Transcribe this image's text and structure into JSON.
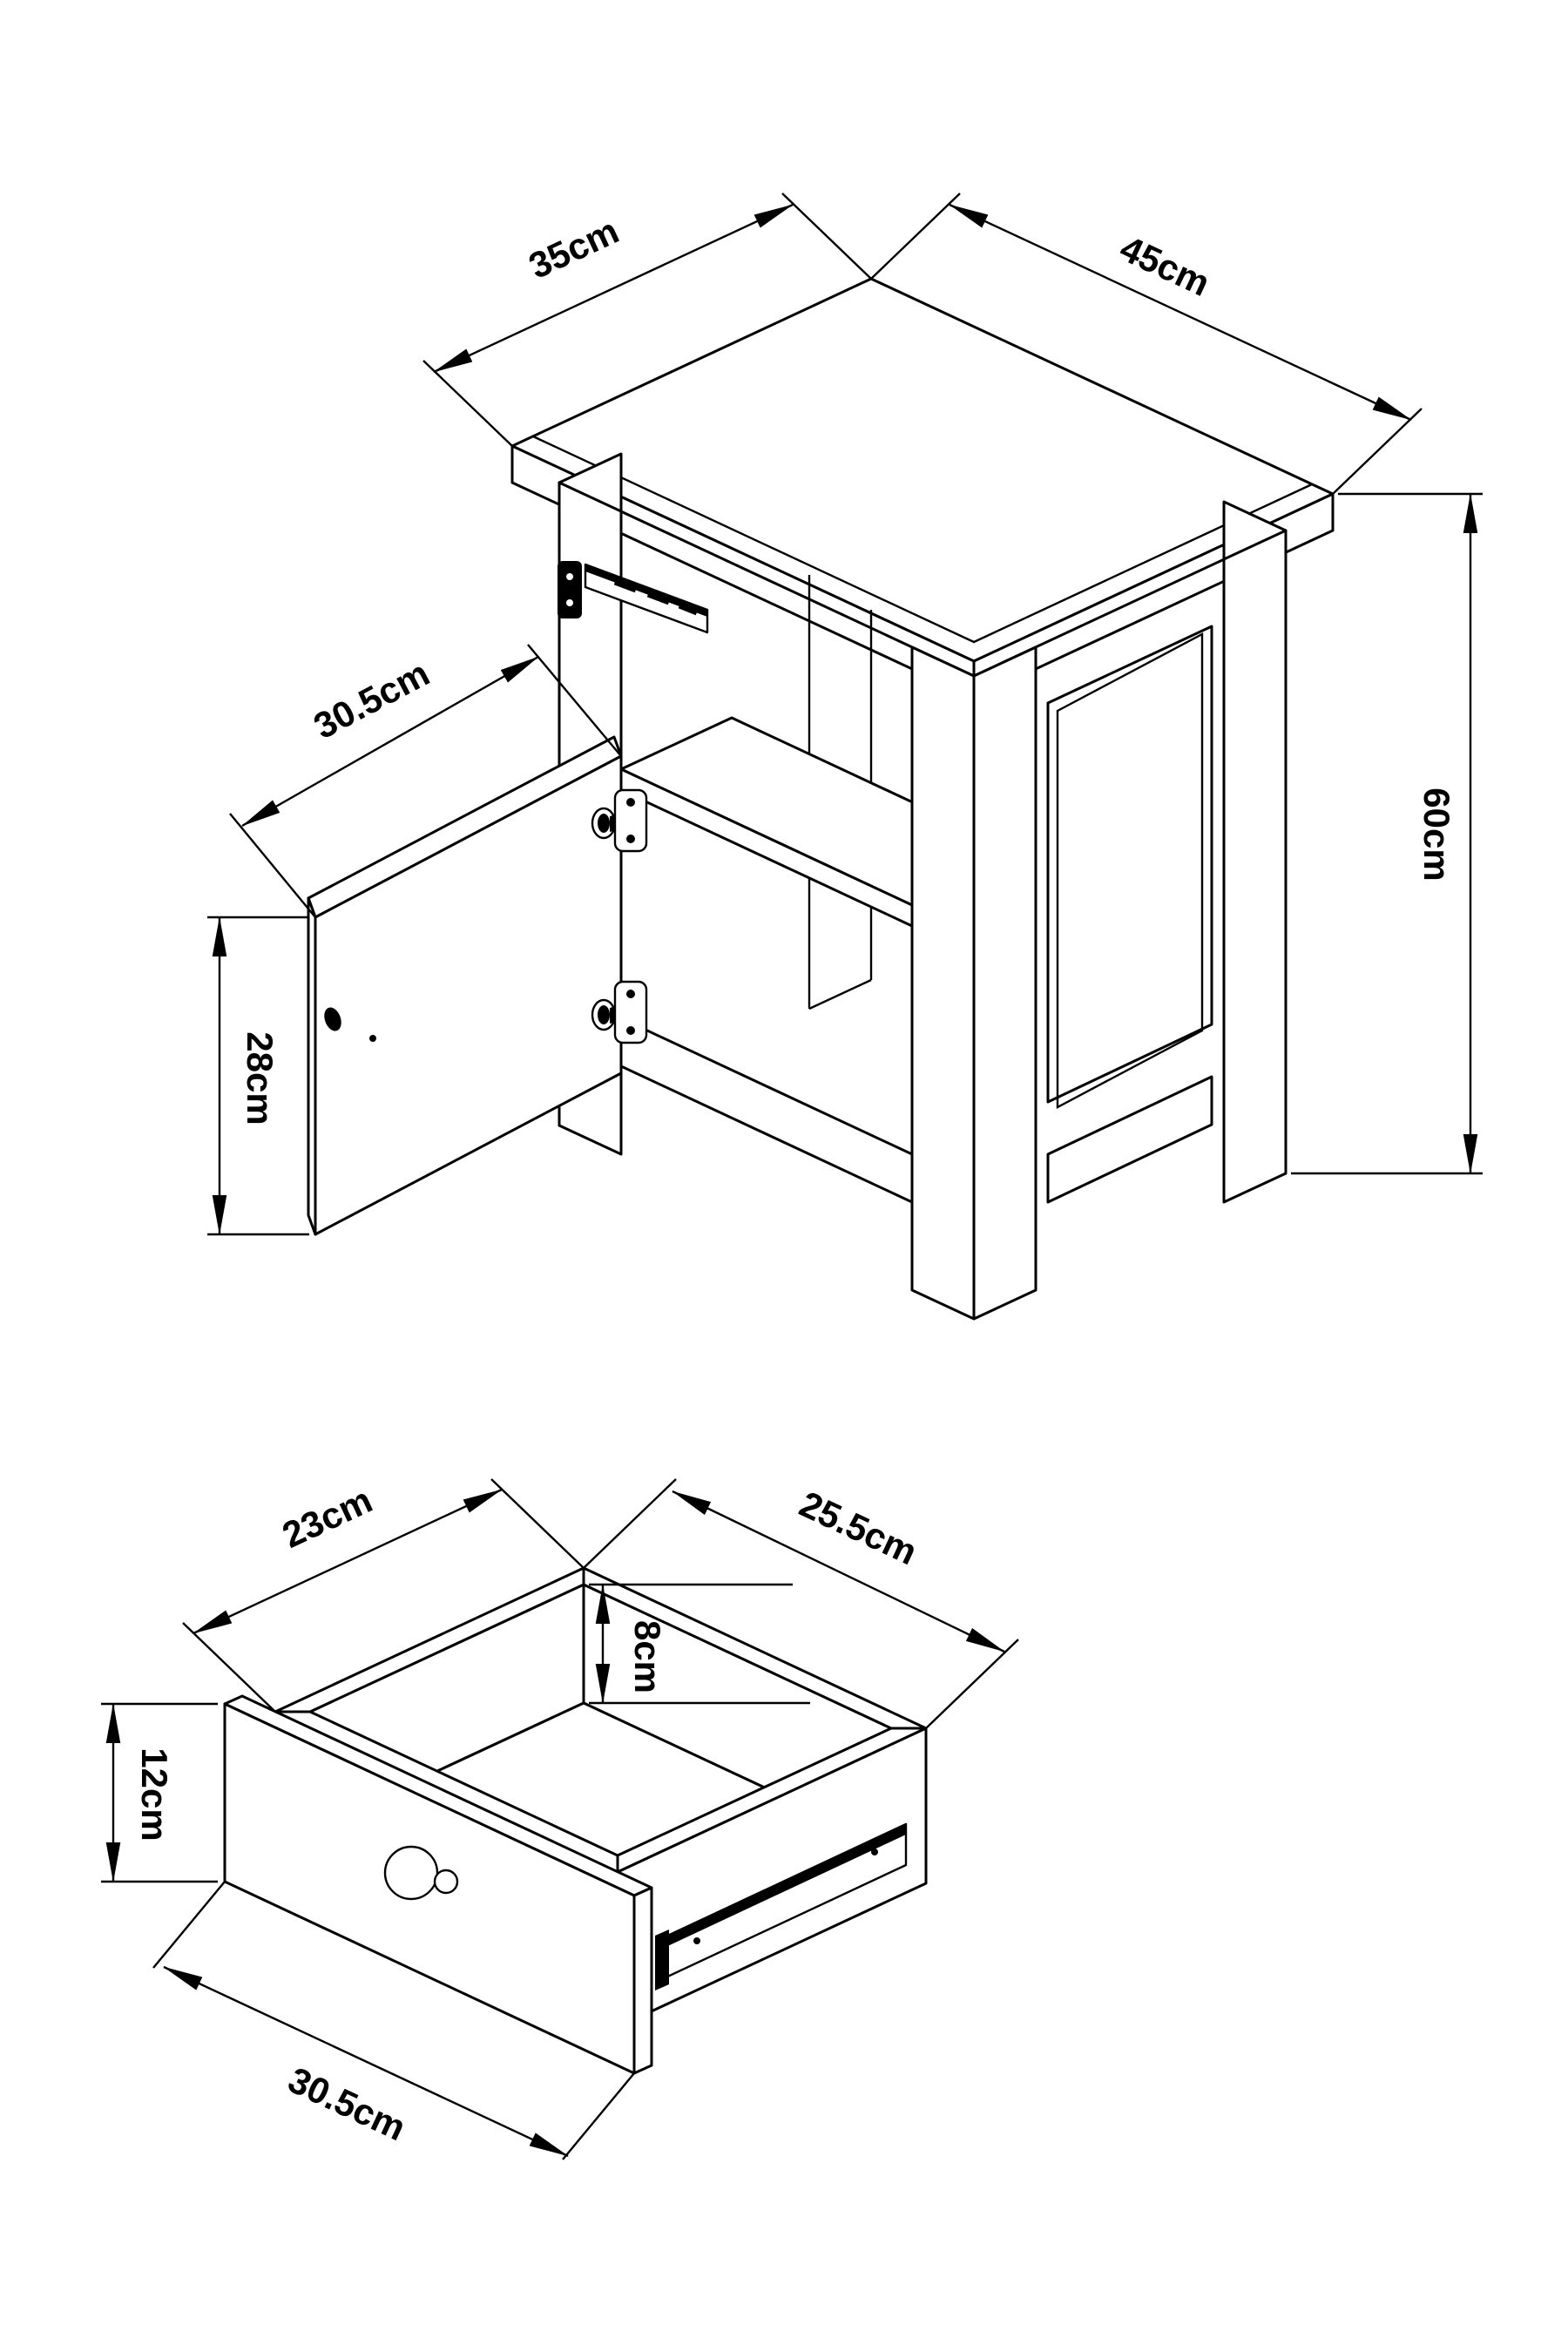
{
  "page": {
    "background_color": "#ffffff",
    "line_color": "#000000",
    "drawing_type": "furniture technical drawing"
  },
  "views": {
    "nightstand": {
      "name": "bedside table isometric view",
      "dimensions": {
        "top_depth": "35cm",
        "top_width": "45cm",
        "door_width": "30.5cm",
        "door_height": "28cm",
        "overall_height": "60cm"
      }
    },
    "drawer": {
      "name": "drawer detail isometric view",
      "dimensions": {
        "inner_depth": "23cm",
        "inner_width": "25.5cm",
        "inner_height": "8cm",
        "front_height": "12cm",
        "front_width": "30.5cm"
      }
    }
  }
}
